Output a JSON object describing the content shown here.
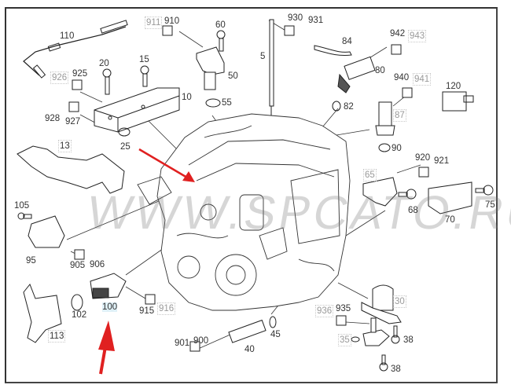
{
  "diagram": {
    "title": "Engine sensors parts diagram",
    "watermark": "WWW.SPCATO.RU",
    "highlight_color": "#e02020",
    "highlighted_part": "100",
    "parts": {
      "p110": "110",
      "p911": "911",
      "p910": "910",
      "p60": "60",
      "p930": "930",
      "p931": "931",
      "p5": "5",
      "p84": "84",
      "p942": "942",
      "p943": "943",
      "p20": "20",
      "p15": "15",
      "p926": "926",
      "p925": "925",
      "p50": "50",
      "p80": "80",
      "p940": "940",
      "p941": "941",
      "p120": "120",
      "p10": "10",
      "p55": "55",
      "p82": "82",
      "p928": "928",
      "p927": "927",
      "p87": "87",
      "p25": "25",
      "p13": "13",
      "p90": "90",
      "p920": "920",
      "p921": "921",
      "p65": "65",
      "p68": "68",
      "p75": "75",
      "p70": "70",
      "p105": "105",
      "p95": "95",
      "p905": "905",
      "p906": "906",
      "p102": "102",
      "p100": "100",
      "p915": "915",
      "p916": "916",
      "p113": "113",
      "p30": "30",
      "p936": "936",
      "p935": "935",
      "p35": "35",
      "p38a": "38",
      "p38b": "38",
      "p901": "901",
      "p900": "900",
      "p40": "40",
      "p45": "45"
    }
  }
}
